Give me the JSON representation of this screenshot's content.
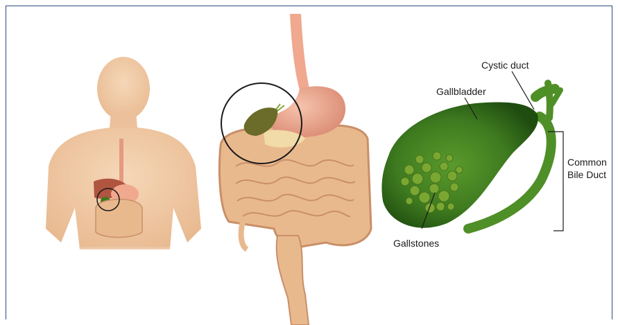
{
  "labels": {
    "cystic_duct": "Cystic duct",
    "gallbladder": "Gallbladder",
    "common_bile_duct_line1": "Common",
    "common_bile_duct_line2": "Bile Duct",
    "gallstones": "Gallstones"
  },
  "colors": {
    "skin": "#f0c9a4",
    "intestine": "#e9b98e",
    "stomach": "#f0a88f",
    "liver": "#b0553f",
    "gallbladder": "#3e7a1f",
    "gallbladder_dark": "#1f4d10",
    "duct": "#4f8f27",
    "stones": "#6f9a2c",
    "leader_line": "#1a1a1a",
    "frame": "#2b4a7a"
  }
}
